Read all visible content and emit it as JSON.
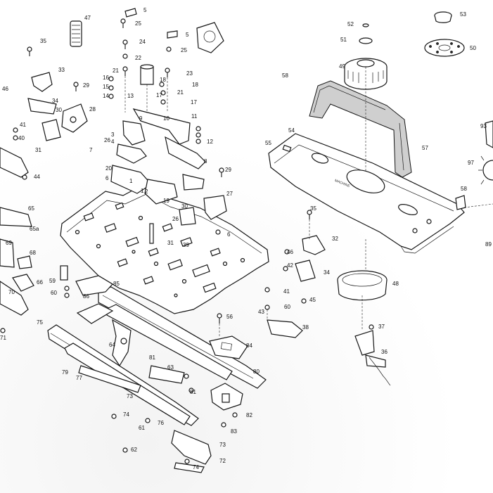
{
  "labels": {
    "l1": "47",
    "l2": "5",
    "l3": "25",
    "l4": "24",
    "l5": "22",
    "l6": "21",
    "l7": "5",
    "l8": "25",
    "l9": "23",
    "l10": "18",
    "l11": "35",
    "l12": "33",
    "l13": "46",
    "l14": "29",
    "l15": "16",
    "l16": "15",
    "l17": "14",
    "l18": "13",
    "l19": "34",
    "l20": "30",
    "l21": "28",
    "l22": "41",
    "l23": "40",
    "l24": "31",
    "l25": "7",
    "l26": "44",
    "l27": "12",
    "l28": "11",
    "l29": "10",
    "l30": "9",
    "l31": "17",
    "l32": "3",
    "l33": "4",
    "l34": "26",
    "l35": "20",
    "l36": "6",
    "l37": "1",
    "l38": "2",
    "l39": "29",
    "l40": "27",
    "l41": "19",
    "l42": "30",
    "l43": "8",
    "l44": "65",
    "l45": "65a",
    "l46": "69",
    "l47": "68",
    "l48": "66",
    "l49": "70",
    "l50": "71",
    "l51": "59",
    "l52": "60",
    "l53": "85",
    "l54": "86",
    "l55": "56",
    "l56": "84",
    "l57": "75",
    "l58": "64",
    "l59": "80",
    "l60": "81",
    "l61": "79",
    "l62": "77",
    "l63": "63",
    "l64": "81",
    "l65": "73",
    "l66": "74",
    "l67": "61",
    "l68": "76",
    "l69": "62",
    "l70": "82",
    "l71": "83",
    "l72": "73",
    "l73": "72",
    "l74": "74",
    "l75": "52",
    "l76": "51",
    "l77": "53",
    "l78": "50",
    "l79": "49",
    "l80": "58",
    "l81": "54",
    "l82": "55",
    "l83": "57",
    "l84": "93",
    "l85": "97",
    "l86": "58",
    "l87": "89",
    "l88": "35",
    "l89": "32",
    "l90": "46",
    "l91": "42",
    "l92": "34",
    "l93": "48",
    "l94": "41",
    "l95": "60",
    "l96": "43",
    "l97": "45",
    "l98": "38",
    "l99": "37",
    "l100": "36",
    "l101": "26",
    "l102": "6",
    "l103": "31",
    "l104": "39",
    "l105": "1",
    "l106": "18",
    "l107": "21",
    "l108": "17"
  },
  "plate_marking": "MACHINE"
}
